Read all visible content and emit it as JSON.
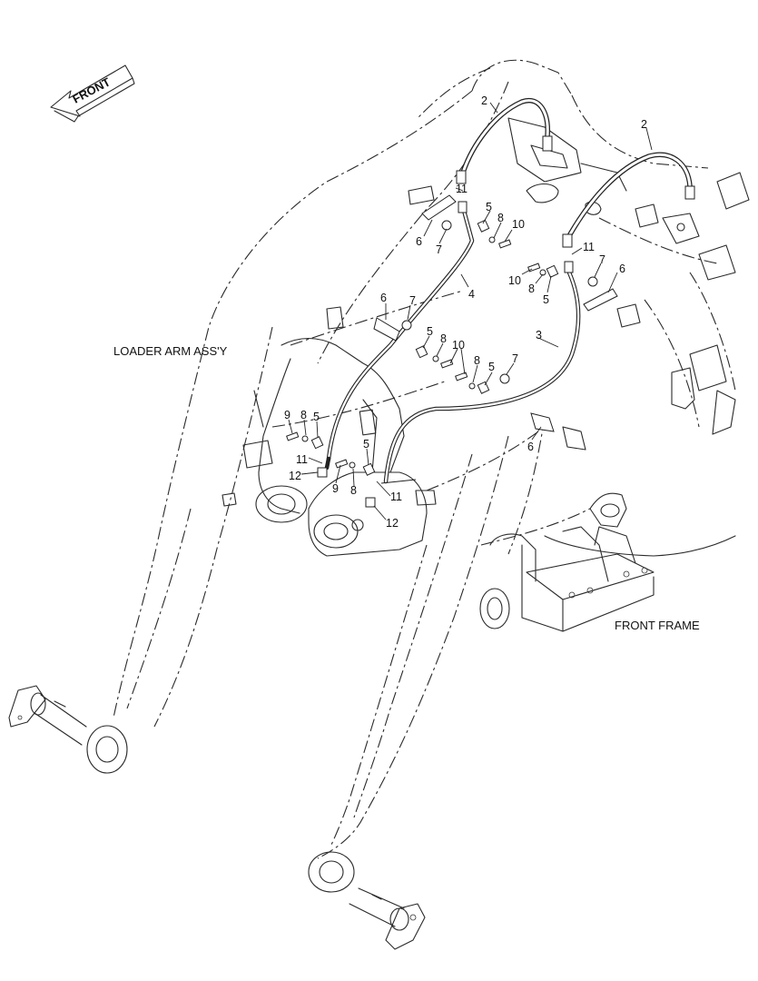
{
  "diagram": {
    "front_arrow_text": "FRONT",
    "labels": {
      "loader_arm": "LOADER ARM ASS'Y",
      "front_frame": "FRONT FRAME"
    },
    "callouts": [
      {
        "id": "c2a",
        "text": "2"
      },
      {
        "id": "c2b",
        "text": "2"
      },
      {
        "id": "c11a",
        "text": "11"
      },
      {
        "id": "c6a",
        "text": "6"
      },
      {
        "id": "c7a",
        "text": "7"
      },
      {
        "id": "c5a",
        "text": "5"
      },
      {
        "id": "c8a",
        "text": "8"
      },
      {
        "id": "c10a",
        "text": "10"
      },
      {
        "id": "c11b",
        "text": "11"
      },
      {
        "id": "c7b",
        "text": "7"
      },
      {
        "id": "c6b",
        "text": "6"
      },
      {
        "id": "c10b",
        "text": "10"
      },
      {
        "id": "c8b",
        "text": "8"
      },
      {
        "id": "c5b",
        "text": "5"
      },
      {
        "id": "c4",
        "text": "4"
      },
      {
        "id": "c6c",
        "text": "6"
      },
      {
        "id": "c7c",
        "text": "7"
      },
      {
        "id": "c3",
        "text": "3"
      },
      {
        "id": "c5c",
        "text": "5"
      },
      {
        "id": "c8c",
        "text": "8"
      },
      {
        "id": "c10c",
        "text": "10"
      },
      {
        "id": "c8d",
        "text": "8"
      },
      {
        "id": "c5d",
        "text": "5"
      },
      {
        "id": "c7d",
        "text": "7"
      },
      {
        "id": "c9a",
        "text": "9"
      },
      {
        "id": "c8e",
        "text": "8"
      },
      {
        "id": "c5e",
        "text": "5"
      },
      {
        "id": "c6d",
        "text": "6"
      },
      {
        "id": "c11c",
        "text": "11"
      },
      {
        "id": "c12a",
        "text": "12"
      },
      {
        "id": "c5f",
        "text": "5"
      },
      {
        "id": "c9b",
        "text": "9"
      },
      {
        "id": "c8f",
        "text": "8"
      },
      {
        "id": "c11d",
        "text": "11"
      },
      {
        "id": "c12b",
        "text": "12"
      }
    ]
  }
}
